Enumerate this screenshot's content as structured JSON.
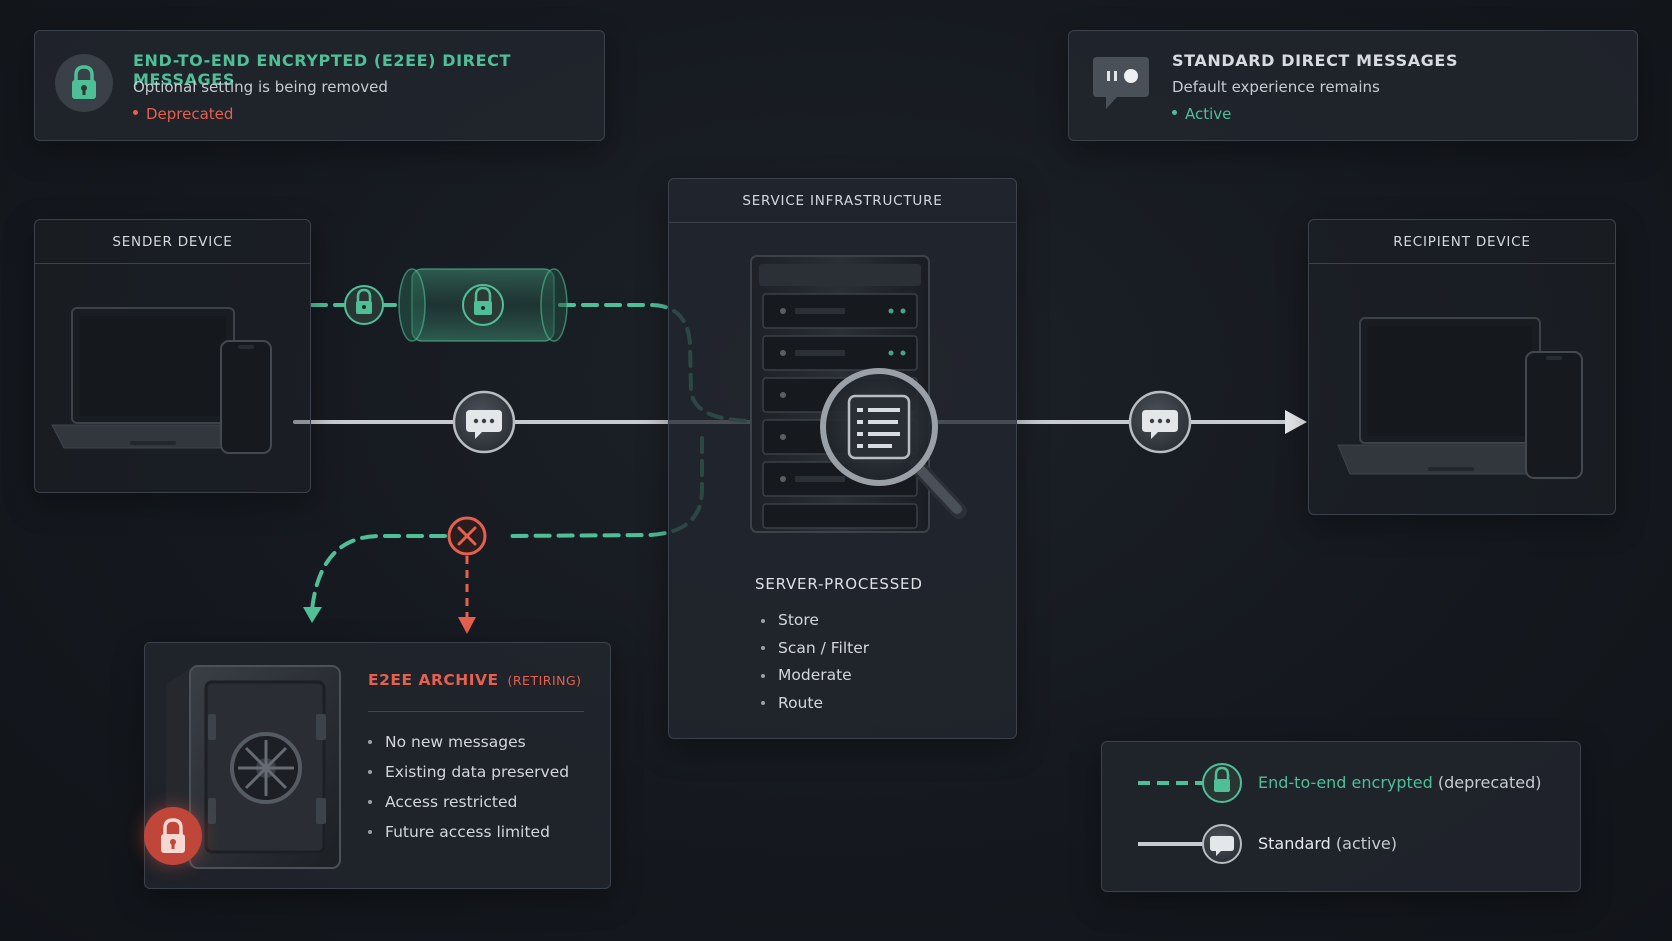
{
  "colors": {
    "encrypted": "#4fbf98",
    "deprecated": "#e5604e",
    "standard": "#c7cbcf",
    "panel": "#22272e"
  },
  "banners": {
    "e2ee": {
      "icon": "lock-icon",
      "title": "END-TO-END ENCRYPTED (E2EE) DIRECT MESSAGES",
      "subtitle": "Optional setting is being removed",
      "status": "Deprecated"
    },
    "standard": {
      "icon": "chat-bubble-icon",
      "title": "STANDARD DIRECT MESSAGES",
      "subtitle": "Default experience remains",
      "status": "Active"
    }
  },
  "sender": {
    "title": "SENDER DEVICE"
  },
  "server": {
    "title": "SERVICE INFRASTRUCTURE",
    "processed_title": "SERVER-PROCESSED",
    "items": [
      "Store",
      "Scan / Filter",
      "Moderate",
      "Route"
    ]
  },
  "recipient": {
    "title": "RECIPIENT DEVICE"
  },
  "archive": {
    "title": "E2EE ARCHIVE",
    "tag": "(RETIRING)",
    "items": [
      "No new messages",
      "Existing data preserved",
      "Access restricted",
      "Future access limited"
    ]
  },
  "legend": {
    "encrypted": {
      "label": "End-to-end encrypted",
      "note": "(deprecated)"
    },
    "standard": {
      "label": "Standard",
      "note": "(active)"
    }
  }
}
